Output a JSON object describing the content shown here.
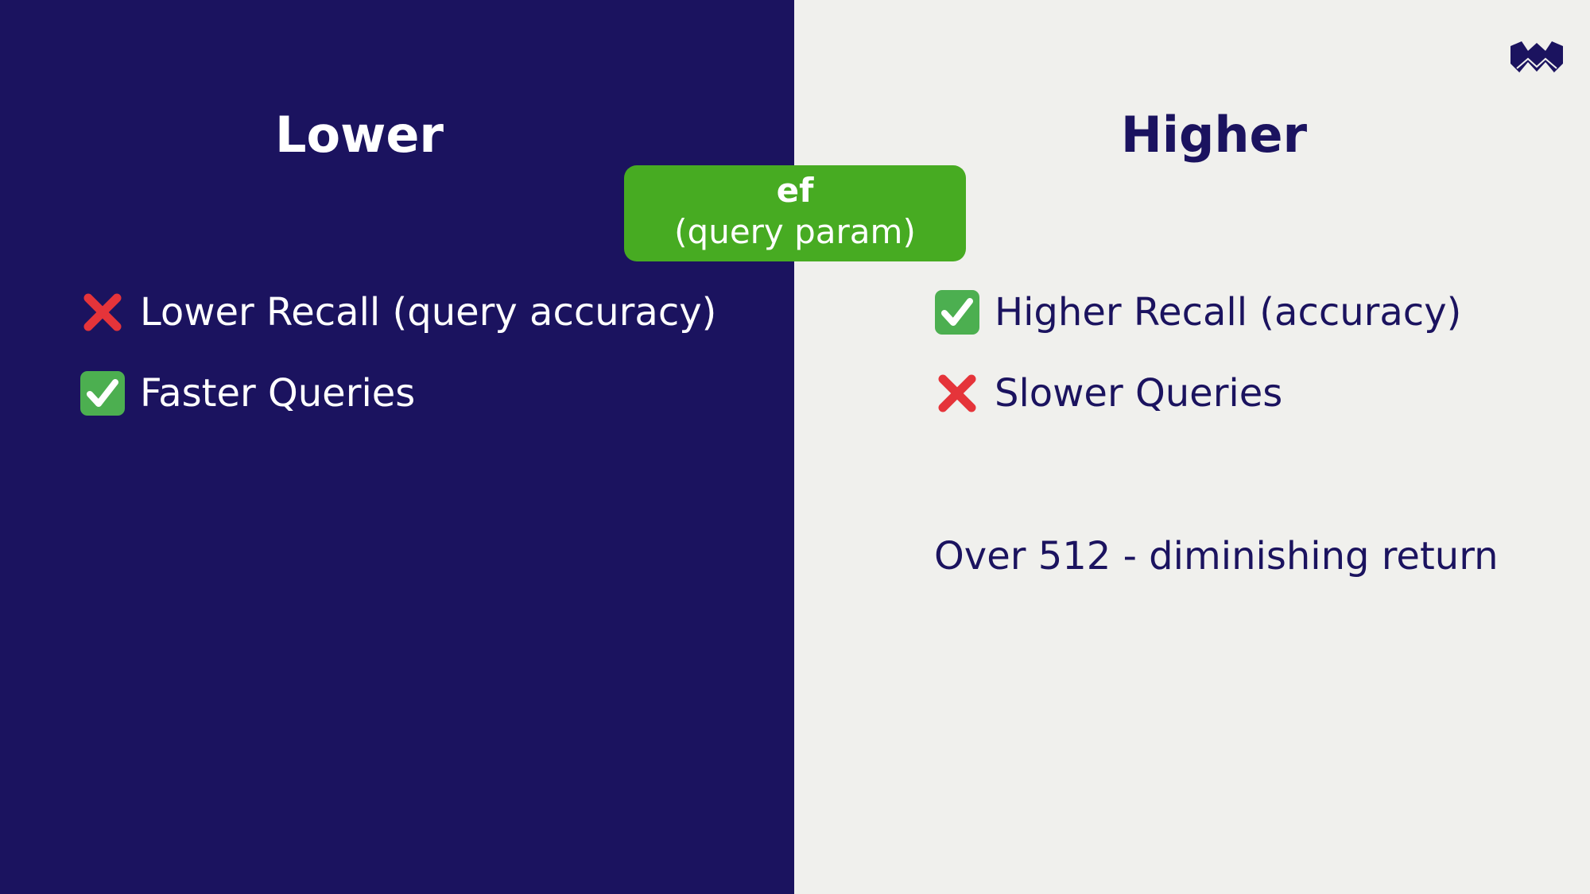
{
  "colors": {
    "left_background": "#1b135f",
    "right_background": "#f0f0ed",
    "accent_green": "#47ab22",
    "cross_red": "#e5343a",
    "check_green": "#4caf50"
  },
  "left": {
    "heading": "Lower",
    "items": [
      {
        "icon": "cross-mark-icon",
        "text": "Lower Recall (query accuracy)"
      },
      {
        "icon": "check-mark-icon",
        "text": "Faster Queries"
      }
    ]
  },
  "center": {
    "param_name": "ef",
    "param_desc": "(query param)"
  },
  "right": {
    "heading": "Higher",
    "items": [
      {
        "icon": "check-mark-icon",
        "text": "Higher Recall (accuracy)"
      },
      {
        "icon": "cross-mark-icon",
        "text": "Slower Queries"
      }
    ],
    "note": "Over 512 - diminishing return"
  },
  "logo": {
    "icon": "weaviate-logo-icon"
  }
}
